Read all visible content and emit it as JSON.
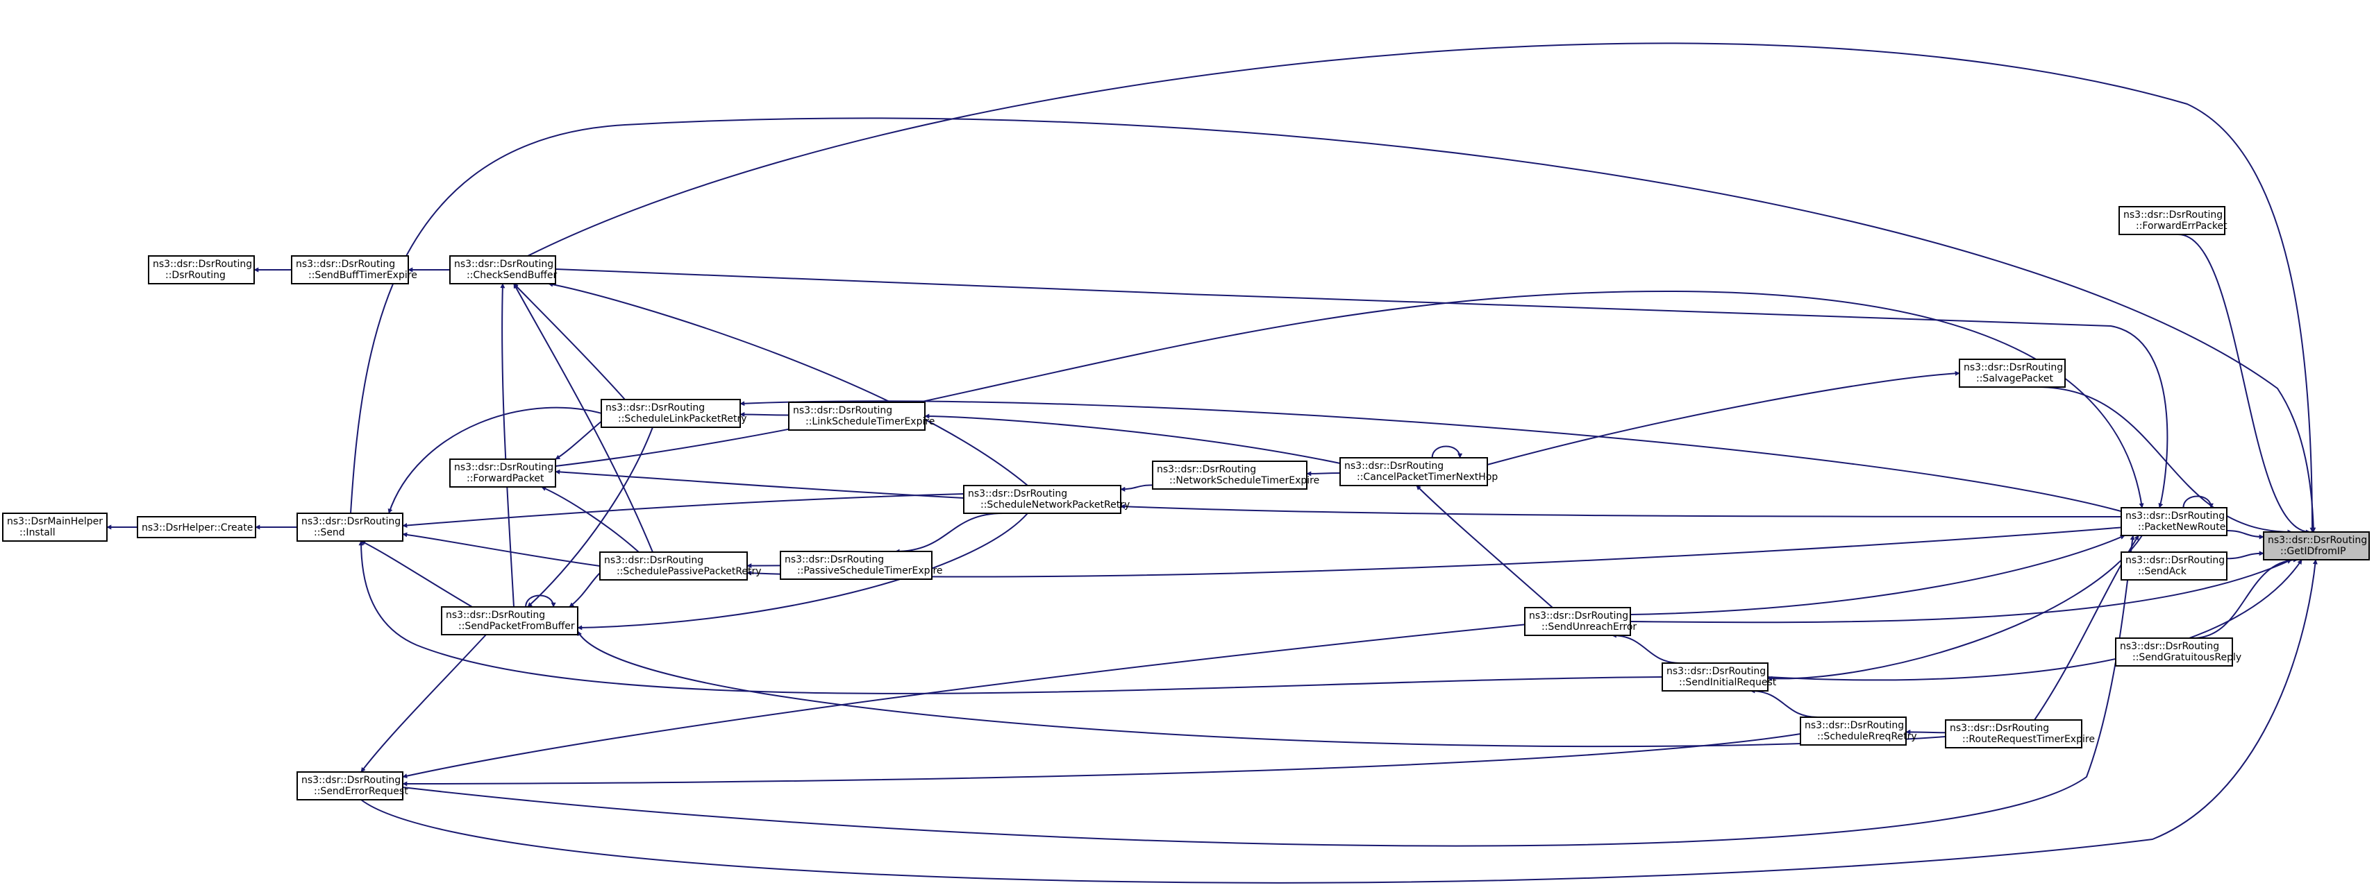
{
  "diagram": {
    "nodes": [
      {
        "id": "getidfromip",
        "line1": "ns3::dsr::DsrRouting",
        "line2": "::GetIDfromIP",
        "highlight": true
      },
      {
        "id": "forwarderrpacket",
        "line1": "ns3::dsr::DsrRouting",
        "line2": "::ForwardErrPacket"
      },
      {
        "id": "salvagepacket",
        "line1": "ns3::dsr::DsrRouting",
        "line2": "::SalvagePacket"
      },
      {
        "id": "packetnewroute",
        "line1": "ns3::dsr::DsrRouting",
        "line2": "::PacketNewRoute"
      },
      {
        "id": "sendack",
        "line1": "ns3::dsr::DsrRouting",
        "line2": "::SendAck"
      },
      {
        "id": "sendgratuitousreply",
        "line1": "ns3::dsr::DsrRouting",
        "line2": "::SendGratuitousReply"
      },
      {
        "id": "routerequesttimerexpire",
        "line1": "ns3::dsr::DsrRouting",
        "line2": "::RouteRequestTimerExpire"
      },
      {
        "id": "schedulereqretry",
        "line1": "ns3::dsr::DsrRouting",
        "line2": "::ScheduleRreqRetry"
      },
      {
        "id": "sendinitialrequest",
        "line1": "ns3::dsr::DsrRouting",
        "line2": "::SendInitialRequest"
      },
      {
        "id": "sendunreacherror",
        "line1": "ns3::dsr::DsrRouting",
        "line2": "::SendUnreachError"
      },
      {
        "id": "cancelpackettimernexthop",
        "line1": "ns3::dsr::DsrRouting",
        "line2": "::CancelPacketTimerNextHop"
      },
      {
        "id": "networkscheduletimerexpire",
        "line1": "ns3::dsr::DsrRouting",
        "line2": "::NetworkScheduleTimerExpire"
      },
      {
        "id": "schedulenetworkpacketretry",
        "line1": "ns3::dsr::DsrRouting",
        "line2": "::ScheduleNetworkPacketRetry"
      },
      {
        "id": "linkscheduletimerexpire",
        "line1": "ns3::dsr::DsrRouting",
        "line2": "::LinkScheduleTimerExpire"
      },
      {
        "id": "schedulelinkpacketretry",
        "line1": "ns3::dsr::DsrRouting",
        "line2": "::ScheduleLinkPacketRetry"
      },
      {
        "id": "passivescheduletimerexpire",
        "line1": "ns3::dsr::DsrRouting",
        "line2": "::PassiveScheduleTimerExpire"
      },
      {
        "id": "schedulepassivepacketretry",
        "line1": "ns3::dsr::DsrRouting",
        "line2": "::SchedulePassivePacketRetry"
      },
      {
        "id": "sendpacketfrombuffer",
        "line1": "ns3::dsr::DsrRouting",
        "line2": "::SendPacketFromBuffer"
      },
      {
        "id": "forwardpacket",
        "line1": "ns3::dsr::DsrRouting",
        "line2": "::ForwardPacket"
      },
      {
        "id": "checksendbuffer",
        "line1": "ns3::dsr::DsrRouting",
        "line2": "::CheckSendBuffer"
      },
      {
        "id": "sendbufftimerexpire",
        "line1": "ns3::dsr::DsrRouting",
        "line2": "::SendBuffTimerExpire"
      },
      {
        "id": "dsrrouting",
        "line1": "ns3::dsr::DsrRouting",
        "line2": "::DsrRouting"
      },
      {
        "id": "send",
        "line1": "ns3::dsr::DsrRouting",
        "line2": "::Send"
      },
      {
        "id": "senderrorrequest",
        "line1": "ns3::dsr::DsrRouting",
        "line2": "::SendErrorRequest"
      },
      {
        "id": "dsrhelpercreate",
        "line1": "ns3::DsrHelper::Create",
        "line2": ""
      },
      {
        "id": "dsrmainhelperinstall",
        "line1": "ns3::DsrMainHelper",
        "line2": "::Install"
      }
    ],
    "edges": [
      {
        "from": "forwarderrpacket",
        "to": "getidfromip"
      },
      {
        "from": "salvagepacket",
        "to": "getidfromip"
      },
      {
        "from": "packetnewroute",
        "to": "getidfromip"
      },
      {
        "from": "sendack",
        "to": "getidfromip"
      },
      {
        "from": "sendgratuitousreply",
        "to": "getidfromip"
      },
      {
        "from": "sendinitialrequest",
        "to": "getidfromip"
      },
      {
        "from": "sendunreacherror",
        "to": "getidfromip"
      },
      {
        "from": "checksendbuffer",
        "to": "getidfromip"
      },
      {
        "from": "send",
        "to": "getidfromip"
      },
      {
        "from": "senderrorrequest",
        "to": "getidfromip"
      },
      {
        "from": "packetnewroute",
        "to": "packetnewroute"
      },
      {
        "from": "cancelpackettimernexthop",
        "to": "salvagepacket"
      },
      {
        "from": "routerequesttimerexpire",
        "to": "packetnewroute"
      },
      {
        "from": "sendunreacherror",
        "to": "packetnewroute"
      },
      {
        "from": "checksendbuffer",
        "to": "packetnewroute"
      },
      {
        "from": "forwardpacket",
        "to": "packetnewroute"
      },
      {
        "from": "senderrorrequest",
        "to": "packetnewroute"
      },
      {
        "from": "packetnewroute",
        "to": "schedulenetworkpacketretry"
      },
      {
        "from": "packetnewroute",
        "to": "schedulelinkpacketretry"
      },
      {
        "from": "packetnewroute",
        "to": "schedulepassivepacketretry"
      },
      {
        "from": "packetnewroute",
        "to": "sendinitialrequest"
      },
      {
        "from": "routerequesttimerexpire",
        "to": "schedulereqretry"
      },
      {
        "from": "schedulereqretry",
        "to": "sendinitialrequest"
      },
      {
        "from": "schedulereqretry",
        "to": "senderrorrequest"
      },
      {
        "from": "routerequesttimerexpire",
        "to": "sendpacketfrombuffer"
      },
      {
        "from": "sendinitialrequest",
        "to": "sendunreacherror"
      },
      {
        "from": "sendinitialrequest",
        "to": "send"
      },
      {
        "from": "sendunreacherror",
        "to": "cancelpackettimernexthop"
      },
      {
        "from": "sendunreacherror",
        "to": "senderrorrequest"
      },
      {
        "from": "cancelpackettimernexthop",
        "to": "cancelpackettimernexthop"
      },
      {
        "from": "cancelpackettimernexthop",
        "to": "networkscheduletimerexpire"
      },
      {
        "from": "cancelpackettimernexthop",
        "to": "linkscheduletimerexpire"
      },
      {
        "from": "networkscheduletimerexpire",
        "to": "schedulenetworkpacketretry"
      },
      {
        "from": "schedulenetworkpacketretry",
        "to": "checksendbuffer"
      },
      {
        "from": "schedulenetworkpacketretry",
        "to": "forwardpacket"
      },
      {
        "from": "schedulenetworkpacketretry",
        "to": "send"
      },
      {
        "from": "schedulenetworkpacketretry",
        "to": "sendpacketfrombuffer"
      },
      {
        "from": "schedulenetworkpacketretry",
        "to": "passivescheduletimerexpire"
      },
      {
        "from": "linkscheduletimerexpire",
        "to": "schedulelinkpacketretry"
      },
      {
        "from": "schedulelinkpacketretry",
        "to": "checksendbuffer"
      },
      {
        "from": "schedulelinkpacketretry",
        "to": "forwardpacket"
      },
      {
        "from": "schedulelinkpacketretry",
        "to": "send"
      },
      {
        "from": "schedulelinkpacketretry",
        "to": "sendpacketfrombuffer"
      },
      {
        "from": "passivescheduletimerexpire",
        "to": "schedulepassivepacketretry"
      },
      {
        "from": "schedulepassivepacketretry",
        "to": "checksendbuffer"
      },
      {
        "from": "schedulepassivepacketretry",
        "to": "forwardpacket"
      },
      {
        "from": "schedulepassivepacketretry",
        "to": "send"
      },
      {
        "from": "schedulepassivepacketretry",
        "to": "sendpacketfrombuffer"
      },
      {
        "from": "sendpacketfrombuffer",
        "to": "sendpacketfrombuffer"
      },
      {
        "from": "sendpacketfrombuffer",
        "to": "send"
      },
      {
        "from": "sendpacketfrombuffer",
        "to": "senderrorrequest"
      },
      {
        "from": "sendpacketfrombuffer",
        "to": "checksendbuffer"
      },
      {
        "from": "checksendbuffer",
        "to": "sendbufftimerexpire"
      },
      {
        "from": "sendbufftimerexpire",
        "to": "dsrrouting"
      },
      {
        "from": "send",
        "to": "dsrhelpercreate"
      },
      {
        "from": "dsrhelpercreate",
        "to": "dsrmainhelperinstall"
      }
    ]
  }
}
